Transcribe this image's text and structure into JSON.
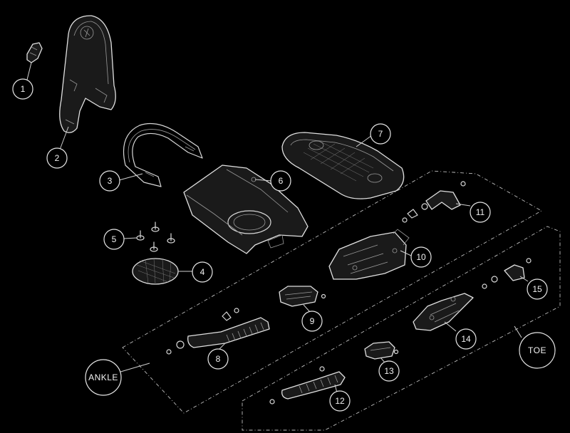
{
  "diagram": {
    "background": "#000000",
    "line_color": "#d8d8d8",
    "callouts": [
      "1",
      "2",
      "3",
      "4",
      "5",
      "6",
      "7",
      "8",
      "9",
      "10",
      "11",
      "12",
      "13",
      "14",
      "15"
    ],
    "groups": {
      "ankle": "ANKLE",
      "toe": "TOE"
    }
  }
}
